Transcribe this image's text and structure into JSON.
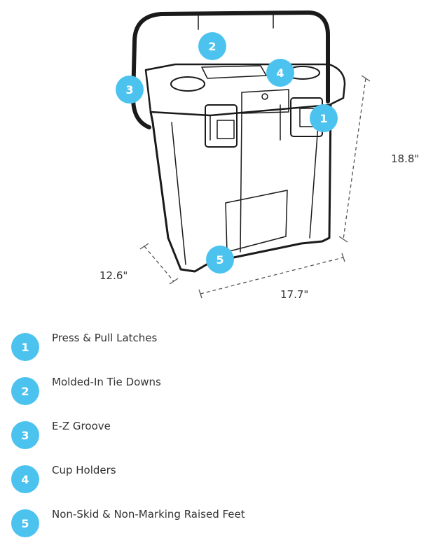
{
  "colors": {
    "accent": "#4cc3ef",
    "outline": "#1a1a1a"
  },
  "dimensions": {
    "height": "18.8\"",
    "depth": "12.6\"",
    "width": "17.7\""
  },
  "markers": [
    "1",
    "2",
    "3",
    "4",
    "5"
  ],
  "legend": [
    {
      "number": "1",
      "label": "Press & Pull Latches"
    },
    {
      "number": "2",
      "label": "Molded-In Tie Downs"
    },
    {
      "number": "3",
      "label": "E-Z Groove"
    },
    {
      "number": "4",
      "label": "Cup Holders"
    },
    {
      "number": "5",
      "label": "Non-Skid & Non-Marking Raised Feet"
    }
  ]
}
